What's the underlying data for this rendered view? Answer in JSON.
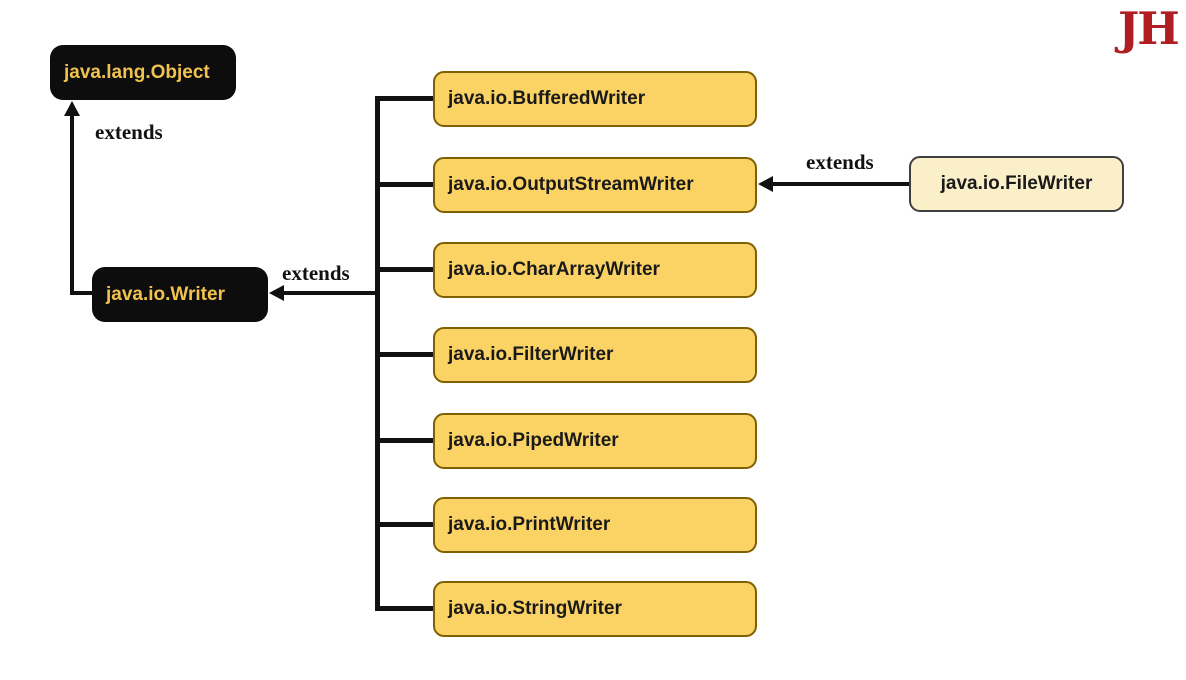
{
  "logo": {
    "text": "JH"
  },
  "colors": {
    "background": "#ffffff",
    "black_node_bg": "#0d0d0d",
    "black_node_text": "#f1c24d",
    "yellow_node_bg": "#fbd364",
    "yellow_node_border": "#7f6000",
    "cream_node_bg": "#fbefc9",
    "cream_node_border": "#3f3f3f",
    "connector": "#111111",
    "logo_color": "#b01e24"
  },
  "nodes": {
    "object": {
      "label": "java.lang.Object"
    },
    "writer": {
      "label": "java.io.Writer"
    },
    "filewriter": {
      "label": "java.io.FileWriter"
    },
    "subclasses": [
      {
        "label": "java.io.BufferedWriter"
      },
      {
        "label": "java.io.OutputStreamWriter"
      },
      {
        "label": "java.io.CharArrayWriter"
      },
      {
        "label": "java.io.FilterWriter"
      },
      {
        "label": "java.io.PipedWriter"
      },
      {
        "label": "java.io.PrintWriter"
      },
      {
        "label": "java.io.StringWriter"
      }
    ]
  },
  "edges": {
    "writer_to_object_label": "extends",
    "subclasses_to_writer_label": "extends",
    "filewriter_to_outputstreamwriter_label": "extends"
  }
}
